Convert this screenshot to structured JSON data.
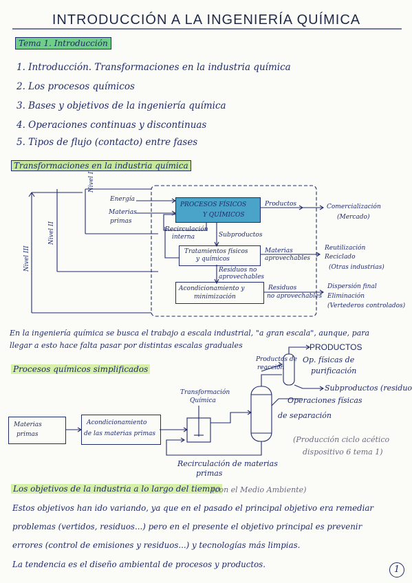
{
  "title": "INTRODUCCIÓN A LA INGENIERÍA QUÍMICA",
  "tema_label": "Tema 1. Introducción",
  "list": [
    "1. Introducción. Transformaciones en la industria química",
    "2. Los procesos químicos",
    "3. Bases y objetivos de la ingeniería química",
    "4. Operaciones continuas y discontinuas",
    "5. Tipos de flujo (contacto) entre fases"
  ],
  "section1": "Transformaciones en la industria química",
  "diagram1": {
    "nivel1": "Nivel I",
    "nivel2": "Nivel II",
    "nivel3": "Nivel III",
    "energia": "Energía",
    "materias_primas_1": "Materias",
    "materias_primas_2": "primas",
    "procesos_1": "PROCESOS FÍSICOS",
    "procesos_2": "Y QUÍMICOS",
    "productos": "Productos",
    "comercializacion": "Comercialización",
    "mercado": "(Mercado)",
    "recirc_1": "Recirculación",
    "recirc_2": "interna",
    "subproductos": "Subproductos",
    "tratamientos_1": "Tratamientos físicos",
    "tratamientos_2": "y químicos",
    "materias_aprov_1": "Materias",
    "materias_aprov_2": "aprovechables",
    "reutilizacion": "Reutilización",
    "reciclado": "Reciclado",
    "otras_industrias": "(Otras industrias)",
    "residuos_no_1": "Residuos no",
    "residuos_no_2": "aprovechables",
    "acondicionamiento_1": "Acondicionamiento y",
    "acondicionamiento_2": "minimización",
    "residuos_na_1": "Residuos",
    "residuos_na_2": "no aprovechables",
    "dispersion": "Dispersión final",
    "eliminacion": "Eliminación",
    "vertederos": "(Vertederos controlados)"
  },
  "para1_line1": "En la ingeniería química se busca el trabajo a escala industrial, \"a gran escala\", aunque, para",
  "para1_line2": "llegar a esto hace falta pasar por distintas escalas graduales",
  "section2": "Procesos químicos simplificados",
  "diagram2": {
    "productos_cap": "PRODUCTOS",
    "productos_reaccion_1": "Productos de",
    "productos_reaccion_2": "reacción",
    "op_fisicas_1": "Op. físicas de",
    "op_fisicas_2": "purificación",
    "subproductos": "Subproductos (residuos)",
    "transformacion_1": "Transformación",
    "transformacion_2": "Química",
    "operaciones_1": "Operaciones físicas",
    "operaciones_2": "de separación",
    "materias_1": "Materias",
    "materias_2": "primas",
    "acond_1": "Acondicionamiento",
    "acond_2": "de las materias primas",
    "nota_1": "(Producción ciclo acético",
    "nota_2": "dispositivo 6 tema 1)",
    "recirc_1": "Recirculación de materias",
    "recirc_2": "primas"
  },
  "section3": "Los objetivos de la industria a lo largo del tiempo",
  "section3_note": "(con el Medio Ambiente)",
  "para2_line1": "Estos objetivos han ido variando, ya que en el pasado el principal objetivo era remediar",
  "para2_line2": "problemas (vertidos, residuos...) pero en el presente el objetivo principal es prevenir",
  "para2_line3": "errores (control de emisiones y residuos...) y tecnologías más limpias.",
  "para2_line4": "La tendencia es el diseño ambiental de procesos y productos.",
  "page_number": "1",
  "colors": {
    "ink": "#1f2a6b",
    "highlight_green": "#6fcf86",
    "box_blue": "#4aa3c8"
  }
}
